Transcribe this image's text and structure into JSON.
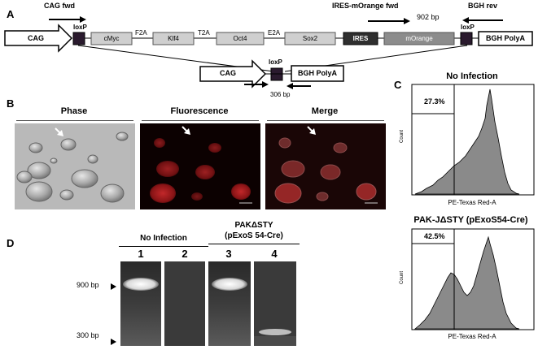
{
  "panel_a": {
    "label": "A",
    "cag_fwd": "CAG fwd",
    "ires_morange_fwd": "IRES-mOrange fwd",
    "bgh_rev": "BGH rev",
    "bp_902": "902 bp",
    "bp_306": "306 bp",
    "cassette": {
      "cag": "CAG",
      "loxp": "loxP",
      "cmyc": "cMyc",
      "f2a": "F2A",
      "klf4": "Klf4",
      "t2a": "T2A",
      "oct4": "Oct4",
      "e2a": "E2A",
      "sox2": "Sox2",
      "ires": "IRES",
      "morange": "mOrange",
      "bgh_polya": "BGH PolyA"
    }
  },
  "panel_b": {
    "label": "B",
    "phase": "Phase",
    "fluorescence": "Fluorescence",
    "merge": "Merge"
  },
  "panel_c": {
    "label": "C",
    "top_title": "No Infection",
    "top_pct": "27.3%",
    "bottom_title": "PAK-JΔSTY (pExoS54-Cre)",
    "bottom_pct": "42.5%",
    "xlabel": "PE-Texas Red-A",
    "ylabel": "Count"
  },
  "panel_d": {
    "label": "D",
    "group1": "No Infection",
    "group2_line1": "PAKΔSTY",
    "group2_line2": "(pExoS 54-Cre)",
    "lanes": [
      "1",
      "2",
      "3",
      "4"
    ],
    "bp900": "900 bp",
    "bp300": "300 bp"
  }
}
